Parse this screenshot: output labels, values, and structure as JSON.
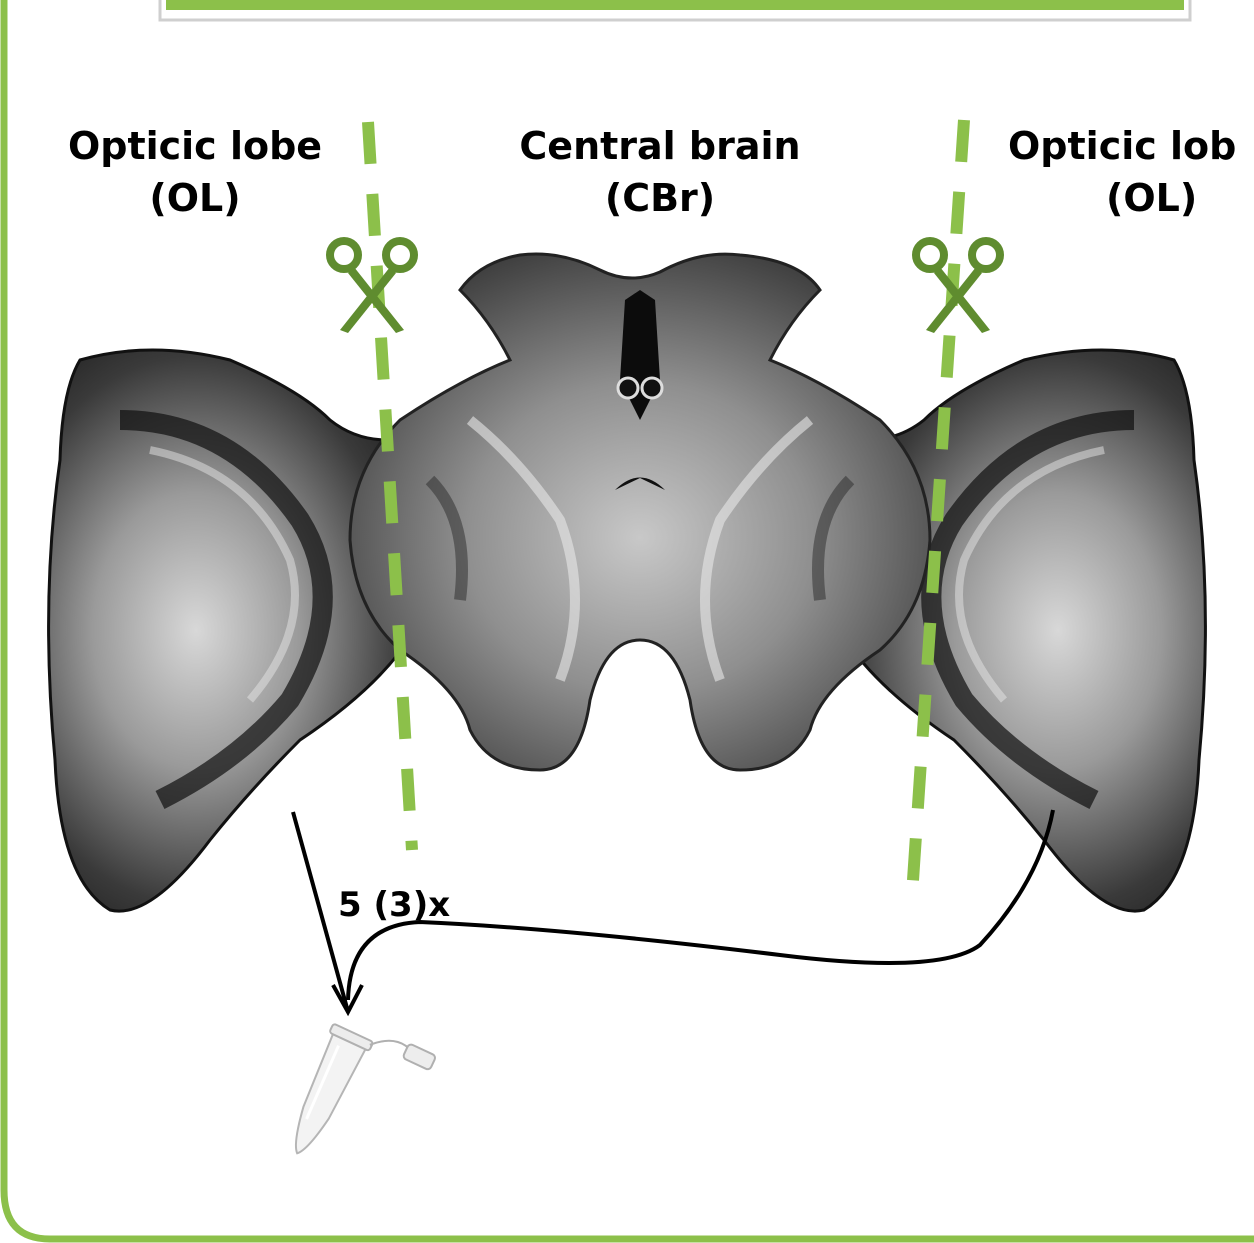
{
  "labels": {
    "left_lobe": {
      "line1": "Opticic lobe",
      "line2": "(OL)"
    },
    "central": {
      "line1": "Central brain",
      "line2": "(CBr)"
    },
    "right_lobe": {
      "line1": "Opticic lob",
      "line2": "(OL)"
    }
  },
  "repeat_label": "5 (3)x",
  "icons": [
    "scissors-icon",
    "scissors-icon",
    "tube-icon",
    "arrow-icon"
  ],
  "colors": {
    "accent_green": "#8cc04a",
    "dark_green": "#5f8c2f",
    "brain_dark": "#1c1c1c"
  }
}
